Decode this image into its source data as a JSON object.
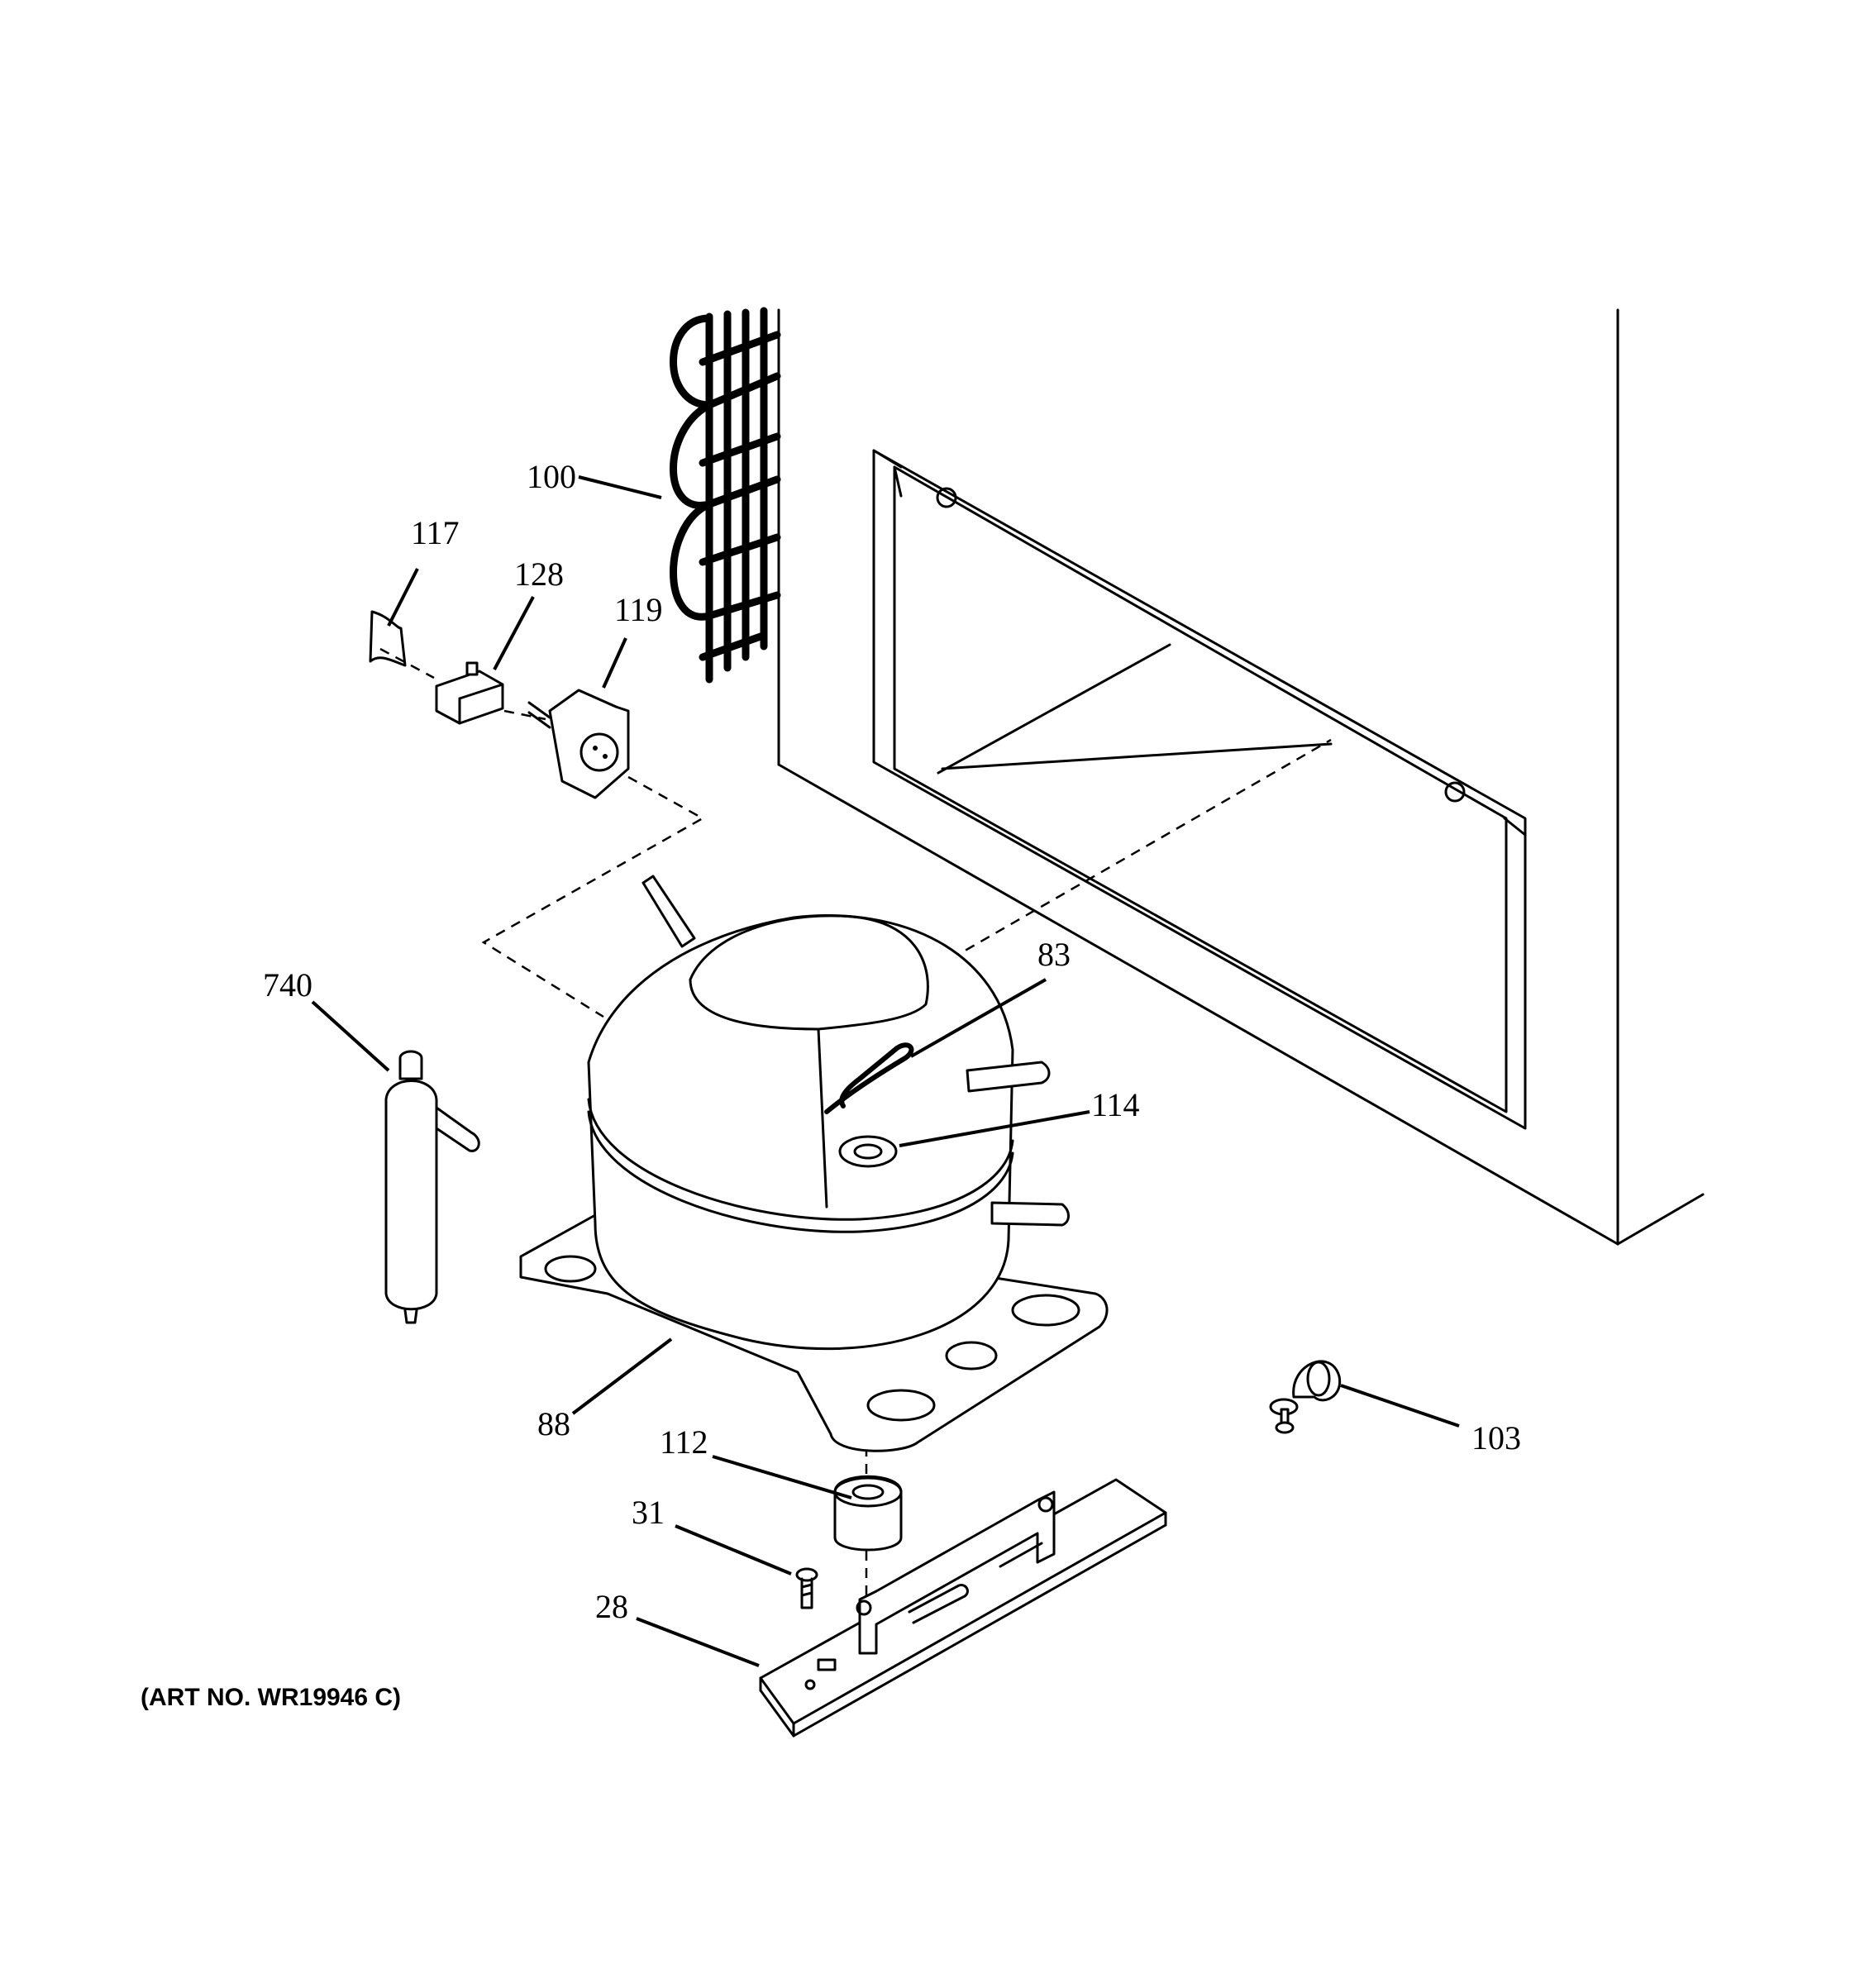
{
  "callouts": {
    "p100": "100",
    "p117": "117",
    "p128": "128",
    "p119": "119",
    "p740": "740",
    "p83": "83",
    "p114": "114",
    "p88": "88",
    "p112": "112",
    "p31": "31",
    "p28": "28",
    "p103": "103"
  },
  "art_number": "(ART NO. WR19946 C)"
}
